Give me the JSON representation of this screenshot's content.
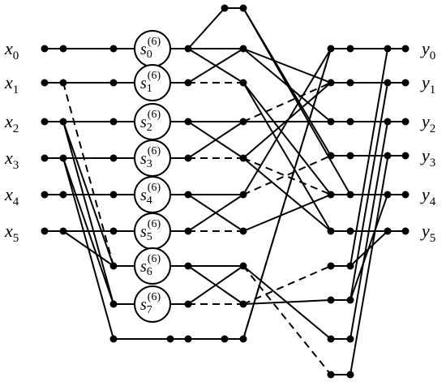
{
  "diagram": {
    "inputs": [
      {
        "main": "x",
        "sub": "0"
      },
      {
        "main": "x",
        "sub": "1"
      },
      {
        "main": "x",
        "sub": "2"
      },
      {
        "main": "x",
        "sub": "3"
      },
      {
        "main": "x",
        "sub": "4"
      },
      {
        "main": "x",
        "sub": "5"
      }
    ],
    "outputs": [
      {
        "main": "y",
        "sub": "0"
      },
      {
        "main": "y",
        "sub": "1"
      },
      {
        "main": "y",
        "sub": "2"
      },
      {
        "main": "y",
        "sub": "3"
      },
      {
        "main": "y",
        "sub": "4"
      },
      {
        "main": "y",
        "sub": "5"
      }
    ],
    "nodes": [
      {
        "main": "s",
        "sub": "0",
        "sup": "(6)"
      },
      {
        "main": "s",
        "sub": "1",
        "sup": "(6)"
      },
      {
        "main": "s",
        "sub": "2",
        "sup": "(6)"
      },
      {
        "main": "s",
        "sub": "3",
        "sup": "(6)"
      },
      {
        "main": "s",
        "sub": "4",
        "sup": "(6)"
      },
      {
        "main": "s",
        "sub": "5",
        "sup": "(6)"
      },
      {
        "main": "s",
        "sub": "6",
        "sup": "(6)"
      },
      {
        "main": "s",
        "sub": "7",
        "sup": "(6)"
      }
    ]
  }
}
